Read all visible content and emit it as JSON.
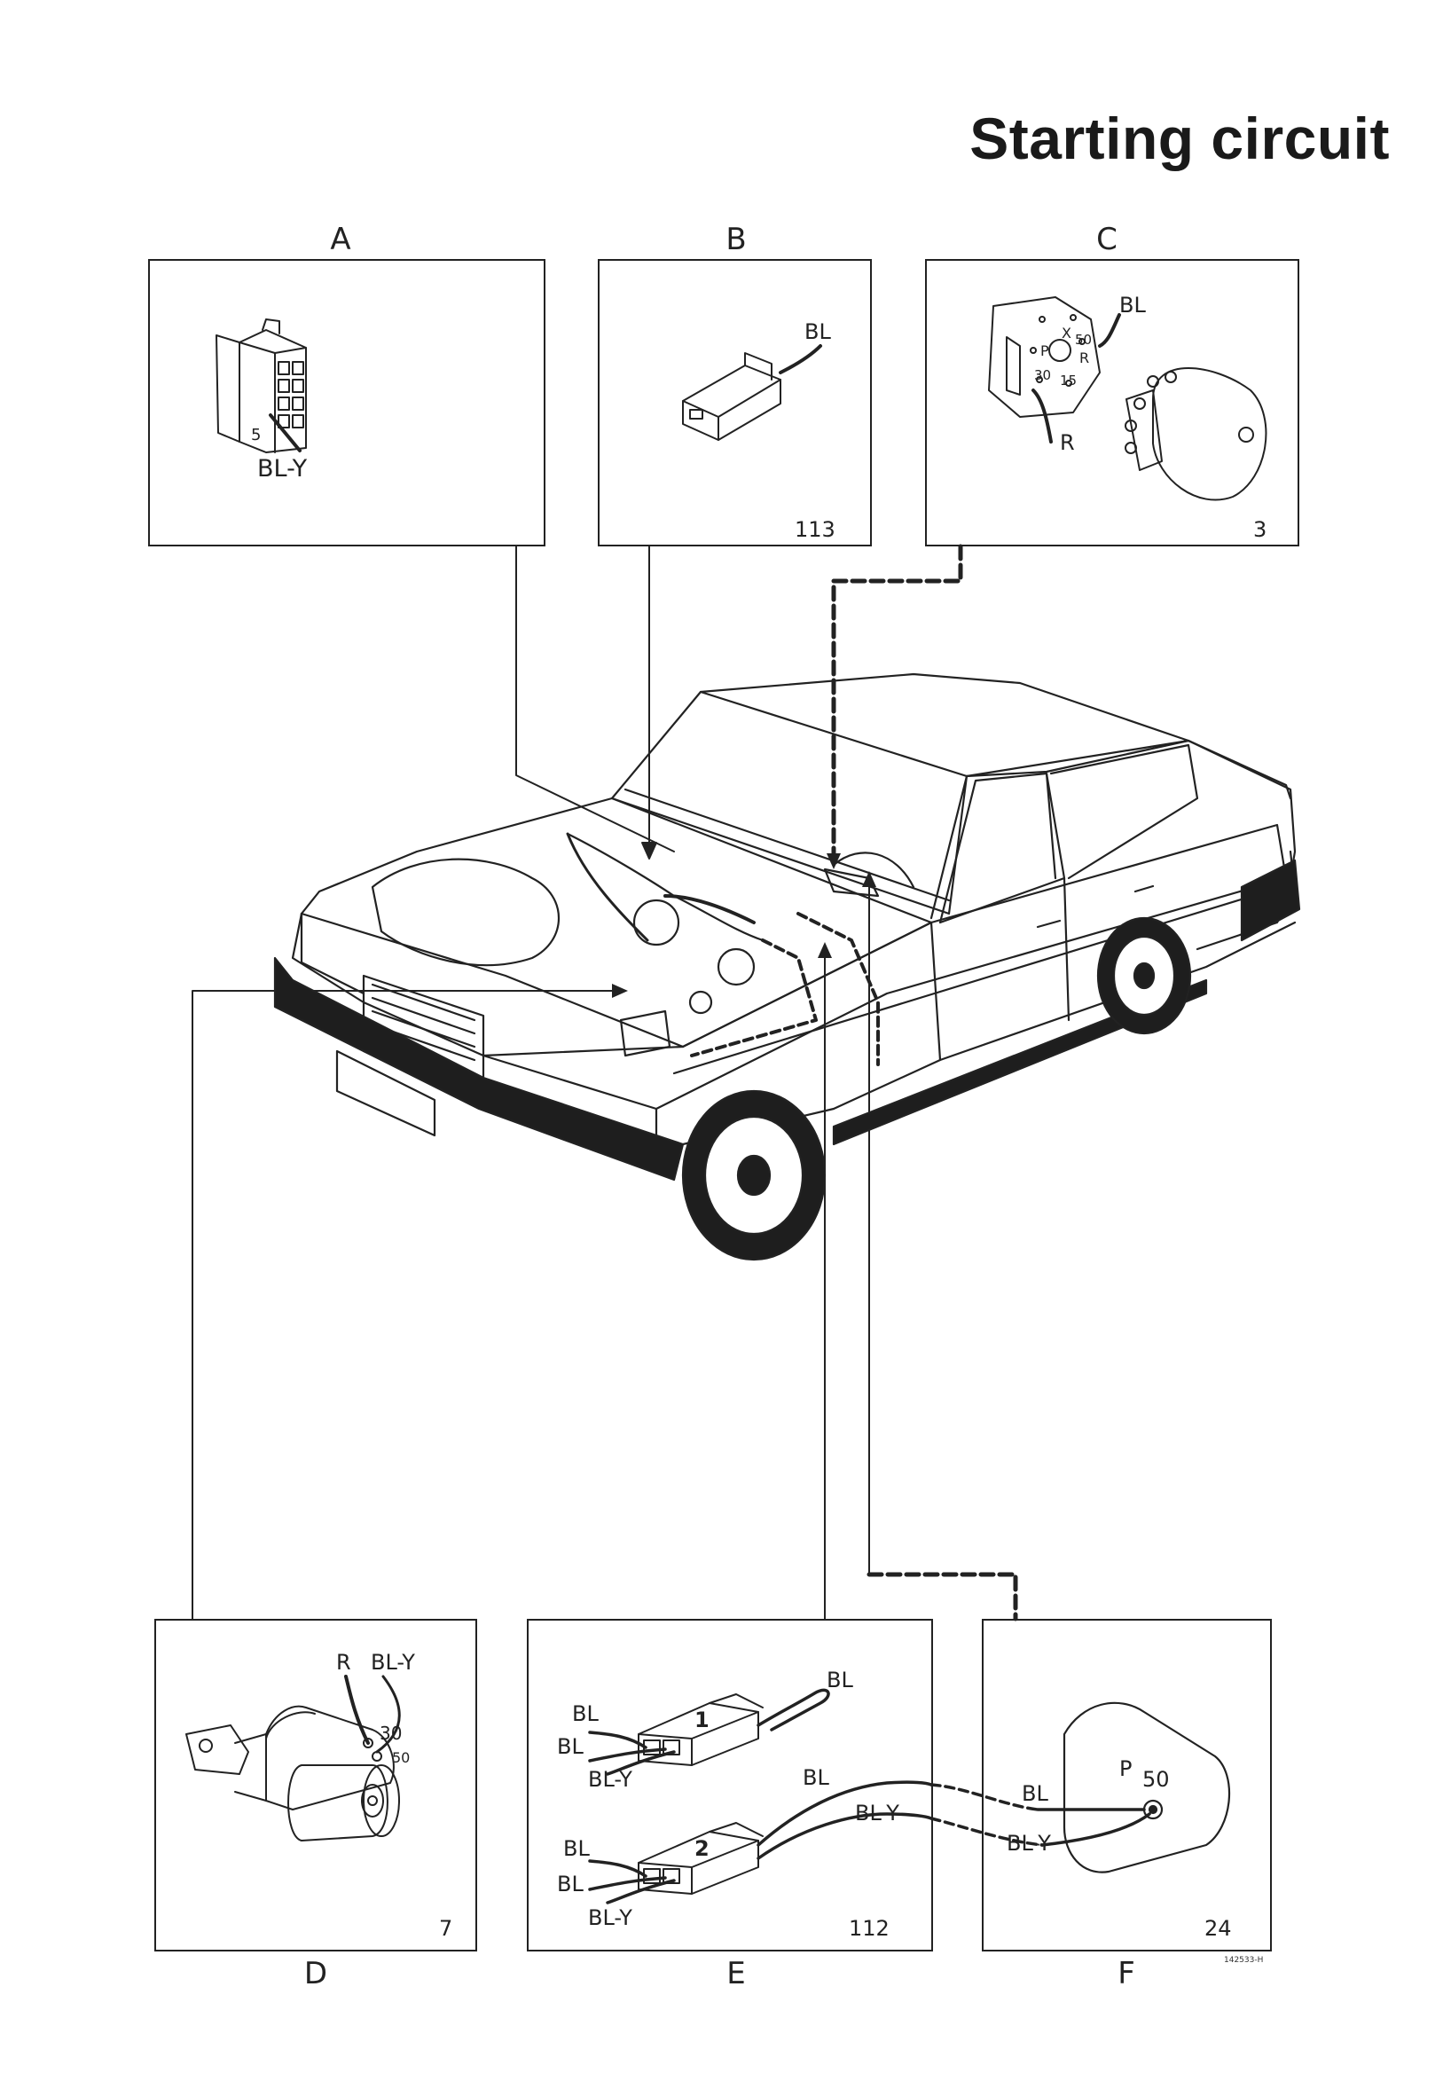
{
  "title": "Starting circuit",
  "panels": {
    "A": {
      "letter": "A",
      "wire": "BL-Y",
      "pin": "5"
    },
    "B": {
      "letter": "B",
      "number": "113",
      "wire": "BL"
    },
    "C": {
      "letter": "C",
      "number": "3",
      "wire_top": "BL",
      "wire_bottom": "R",
      "terminals": [
        "X",
        "50",
        "P",
        "R",
        "30",
        "15"
      ]
    },
    "D": {
      "letter": "D",
      "number": "7",
      "wire_r": "R",
      "wire_bly": "BL-Y",
      "t30": "30",
      "t50": "50"
    },
    "E": {
      "letter": "E",
      "number": "112",
      "c1": {
        "id": "1",
        "wires": [
          "BL",
          "BL",
          "BL-Y"
        ],
        "loop": "BL"
      },
      "c2": {
        "id": "2",
        "wires": [
          "BL",
          "BL",
          "BL-Y"
        ],
        "out1": "BL",
        "out2": "BL-Y"
      }
    },
    "F": {
      "letter": "F",
      "number": "24",
      "p": "P",
      "t50": "50",
      "w1": "BL",
      "w2": "BL-Y"
    }
  },
  "reference": "142533-H"
}
